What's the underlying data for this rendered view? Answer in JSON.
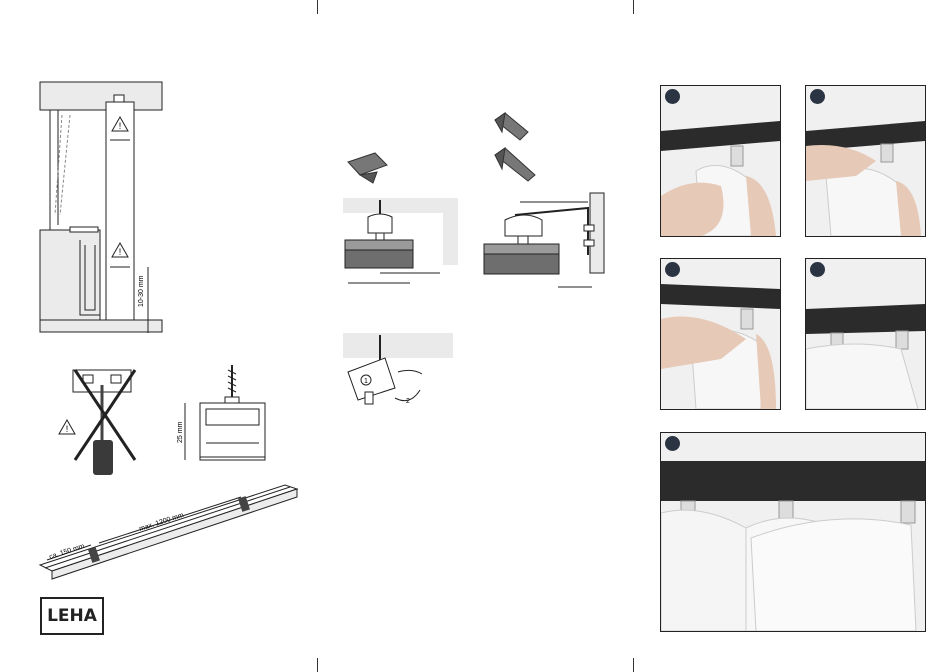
{
  "dimensions": {
    "wall_gap": "10-30 mm",
    "profile_height": "25 mm",
    "end_distance": "ca. 150 mm",
    "max_spacing": "max. 1200 mm"
  },
  "markers": {
    "warning": "!",
    "rotation_1": "1",
    "rotation_2": "2"
  },
  "brand": {
    "logo_text": "LEHA"
  },
  "colors": {
    "line": "#222222",
    "rail": "#2b2b2b",
    "fabric": "#f4f4f4",
    "step_badge": "#2b3442",
    "block": "#6e6e6e"
  }
}
